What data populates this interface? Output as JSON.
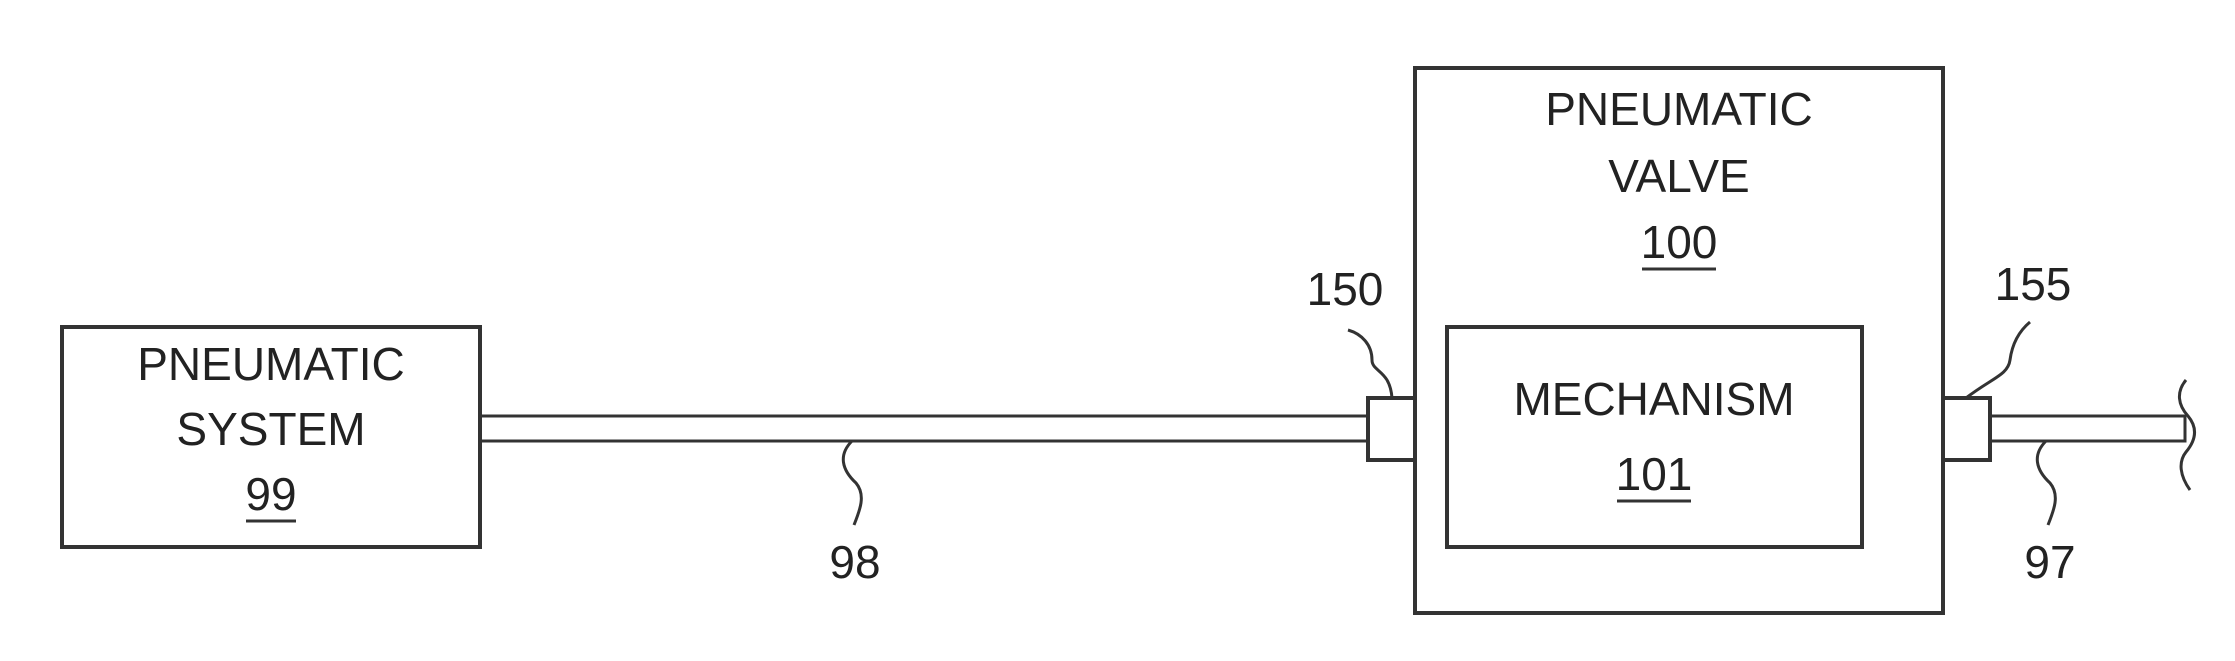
{
  "colors": {
    "line": "#333333",
    "text": "#222222",
    "background": "#ffffff"
  },
  "blocks": {
    "system": {
      "line1": "PNEUMATIC",
      "line2": "SYSTEM",
      "ref": "99"
    },
    "valve": {
      "line1": "PNEUMATIC",
      "line2": "VALVE",
      "ref": "100"
    },
    "mechanism": {
      "line1": "MECHANISM",
      "ref": "101"
    }
  },
  "refs": {
    "inlet_line": "98",
    "outlet_line": "97",
    "inlet_port": "150",
    "outlet_port": "155"
  }
}
